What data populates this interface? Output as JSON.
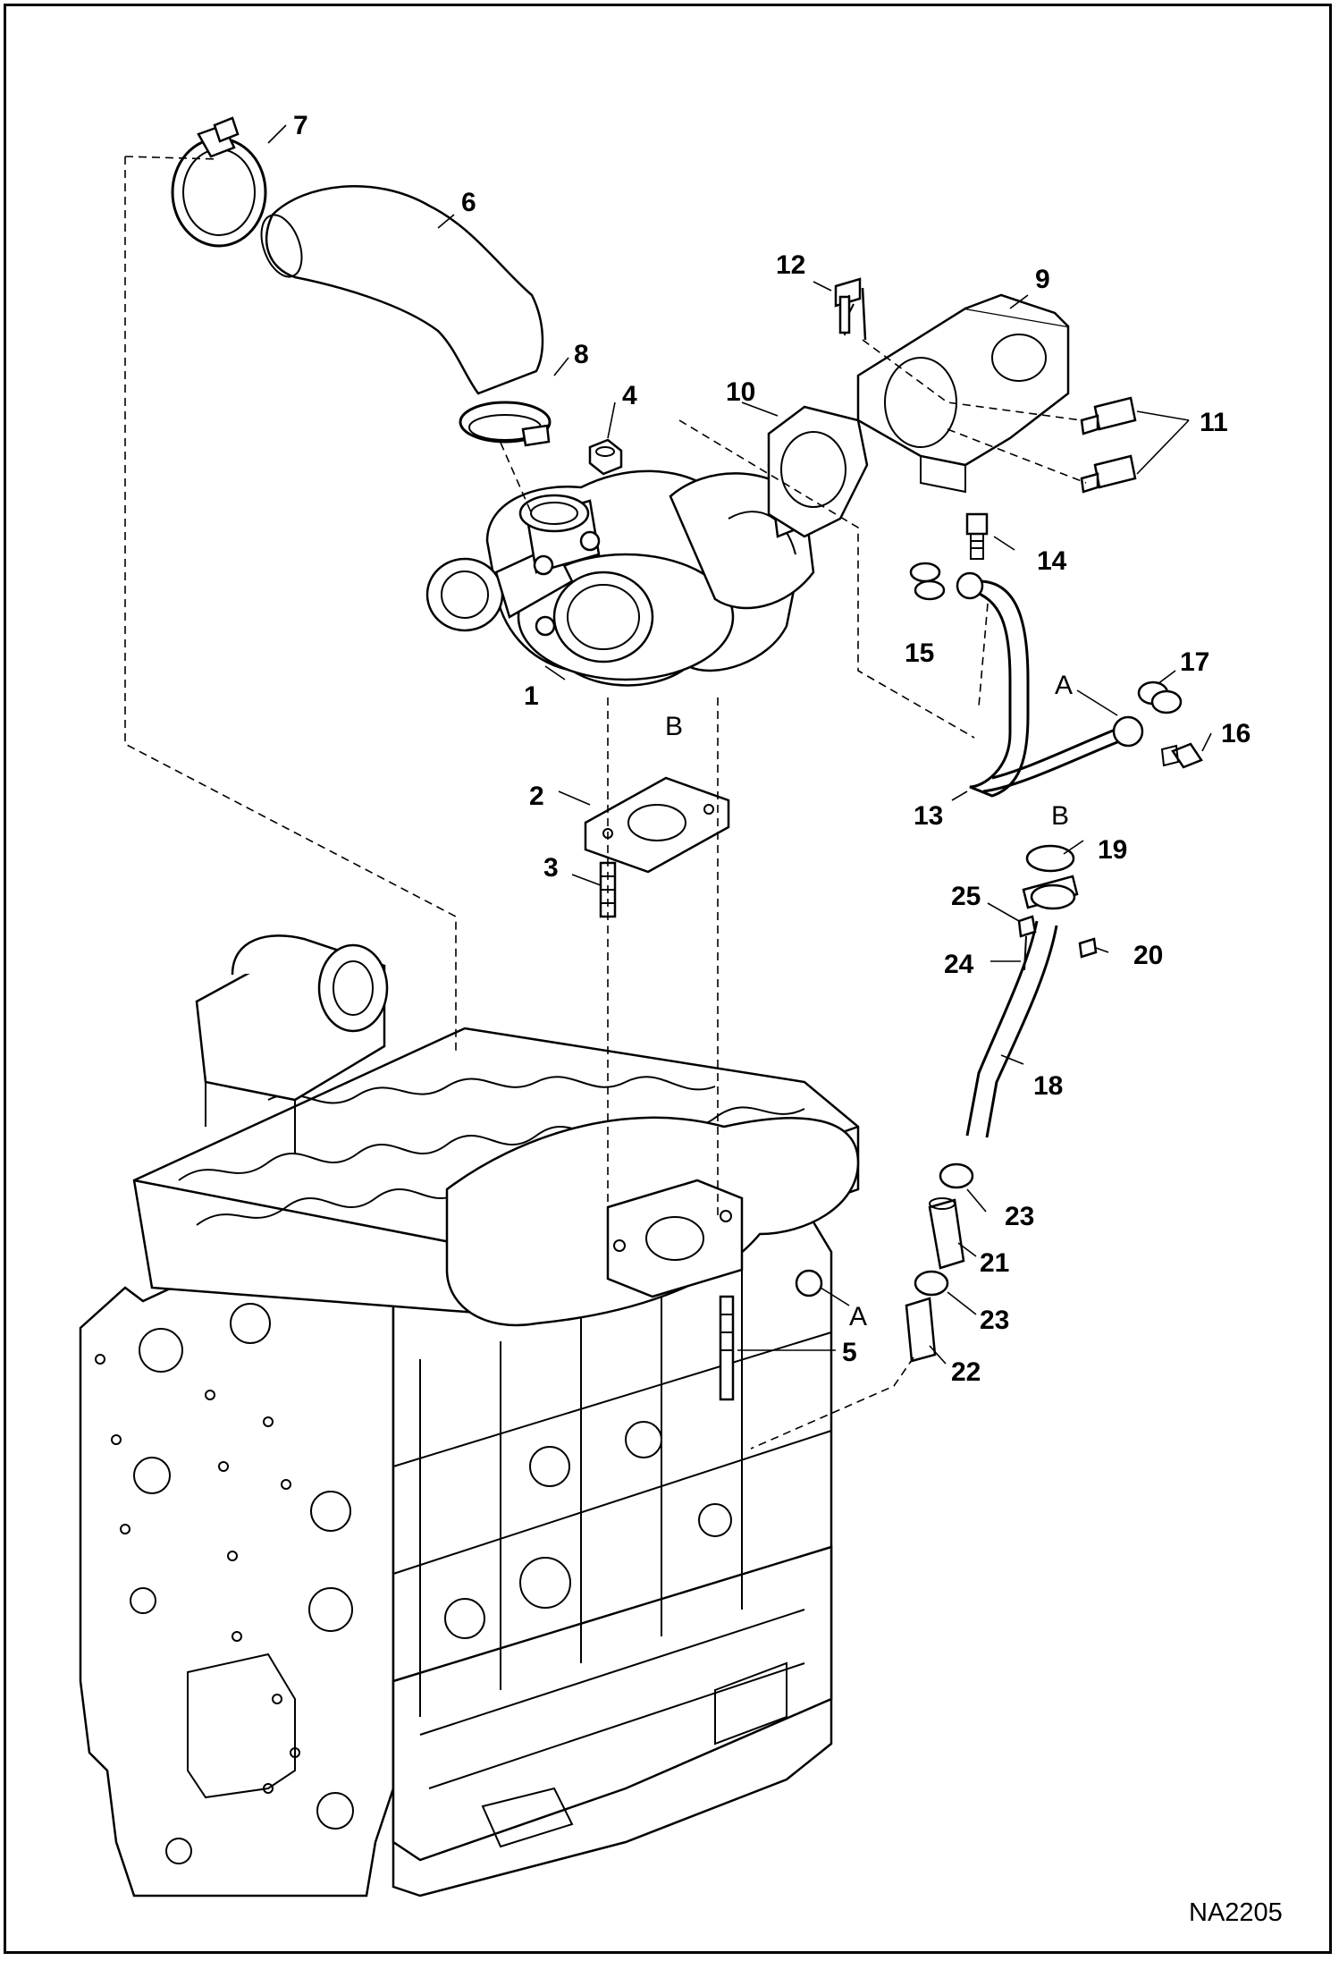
{
  "figure": {
    "code": "NA2205",
    "ref_letters": {
      "a_top": "A",
      "a_bottom": "A",
      "b_top": "B",
      "b_bottom": "B"
    }
  },
  "callouts": {
    "c1": "1",
    "c2": "2",
    "c3": "3",
    "c4": "4",
    "c5": "5",
    "c6": "6",
    "c7": "7",
    "c8": "8",
    "c9": "9",
    "c10": "10",
    "c11": "11",
    "c12": "12",
    "c13": "13",
    "c14": "14",
    "c15": "15",
    "c16": "16",
    "c17": "17",
    "c18": "18",
    "c19": "19",
    "c20": "20",
    "c21": "21",
    "c22": "22",
    "c23a": "23",
    "c23b": "23",
    "c24": "24",
    "c25": "25"
  }
}
